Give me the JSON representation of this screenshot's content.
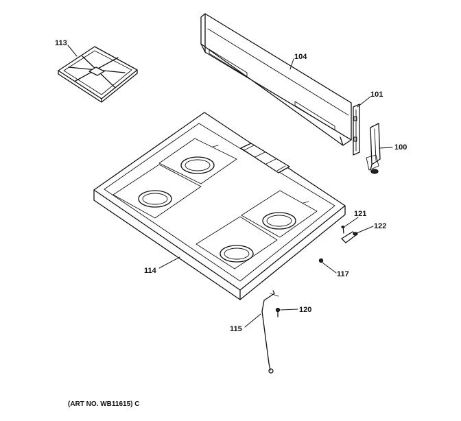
{
  "callouts": {
    "p113": "113",
    "p104": "104",
    "p101": "101",
    "p100": "100",
    "p121": "121",
    "p122": "122",
    "p114": "114",
    "p117": "117",
    "p120": "120",
    "p115": "115"
  },
  "art_number": "(ART NO. WB11615) C"
}
